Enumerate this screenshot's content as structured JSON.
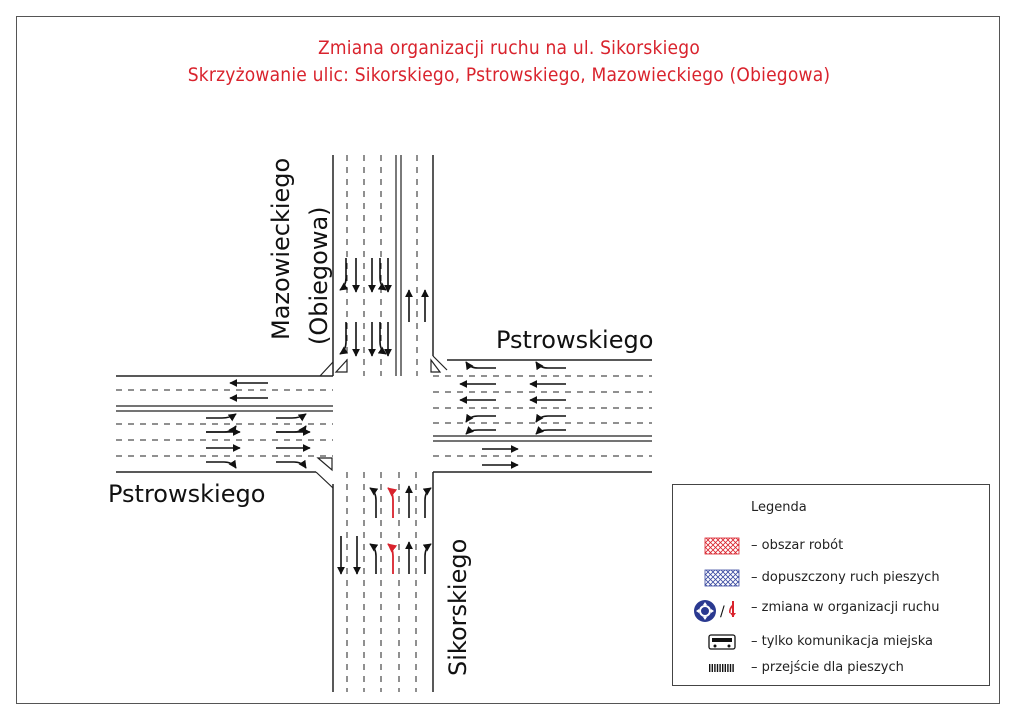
{
  "title": {
    "line1": "Zmiana organizacji ruchu na ul. Sikorskiego",
    "line2": "Skrzyżowanie ulic: Sikorskiego, Pstrowskiego, Mazowieckiego (Obiegowa)"
  },
  "streets": {
    "north_line1": "Mazowieckiego",
    "north_line2": "(Obiegowa)",
    "east": "Pstrowskiego",
    "west": "Pstrowskiego",
    "south": "Sikorskiego"
  },
  "legend": {
    "title": "Legenda",
    "items": [
      {
        "symbol": "red-crosshatch",
        "label": "– obszar robót"
      },
      {
        "symbol": "blue-crosshatch",
        "label": "– dopuszczony ruch pieszych"
      },
      {
        "symbol": "roundabout-and-red-arrow",
        "label": "– zmiana w organizacji ruchu"
      },
      {
        "symbol": "bus-icon",
        "label": "– tylko komunikacja miejska"
      },
      {
        "symbol": "crosswalk-icon",
        "label": "– przejście dla pieszych"
      }
    ]
  },
  "colors": {
    "title": "#d9232d",
    "change_arrow": "#d9232d",
    "works_area": "#d9232d",
    "pedestrian_area": "#3a4aa0",
    "roundabout": "#2a3990"
  }
}
